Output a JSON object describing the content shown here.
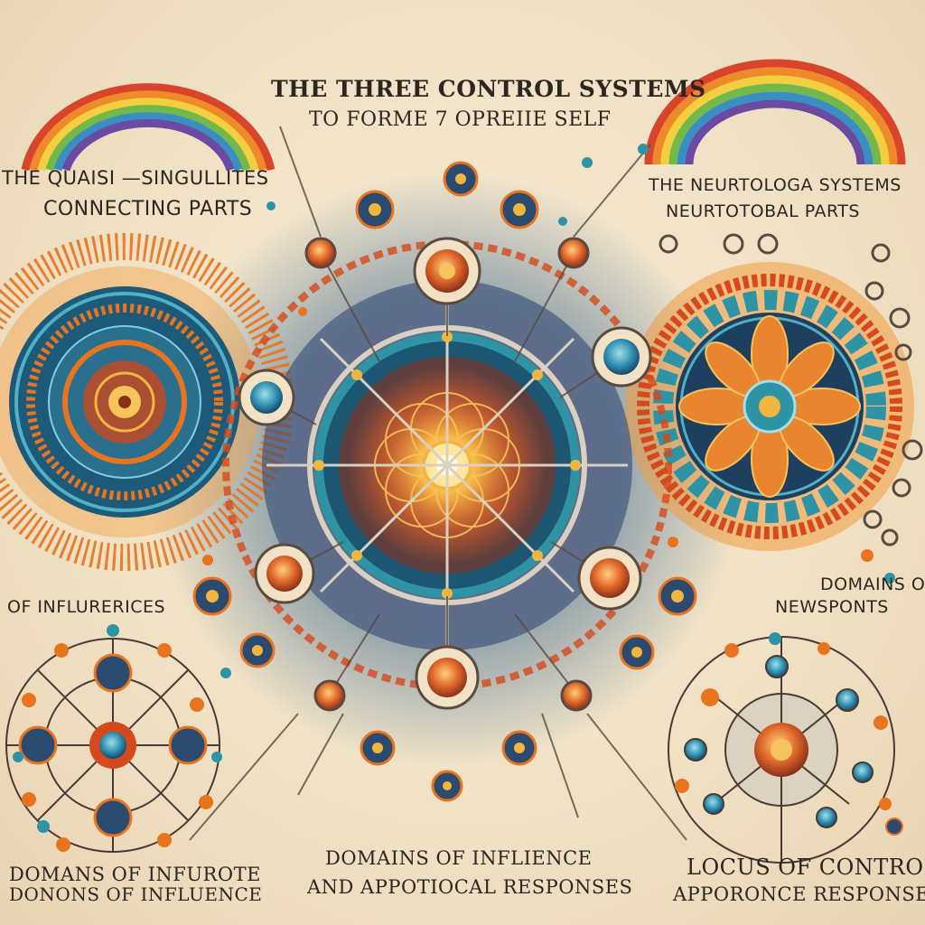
{
  "title": {
    "line1": "THE THREE CONTROL SYSTEMS",
    "line2": "TO FORME 7 OPREIIE SELF"
  },
  "top_left": {
    "line1": "THE QUAISI —SINGULLITES",
    "line2": "CONNECTING PARTS"
  },
  "top_right": {
    "line1": "THE NEURTOLOGA SYSTEMS",
    "line2": "NEURTOTOBAL PARTS"
  },
  "mid_left": {
    "text": "OF INFLURERICES"
  },
  "mid_right": {
    "line1": "DOMAINS OF",
    "line2": "NEWSPONTS"
  },
  "bottom_left": {
    "line1": "DOMANS OF INFUROTE",
    "line2": "DONONS OF INFLUENCE"
  },
  "bottom_center": {
    "line1": "DOMAINS OF INFLIENCE",
    "line2": "AND APPOTIOCAL RESPONSES"
  },
  "bottom_right": {
    "line1": "LOCUS OF CONTROL",
    "line2": "APPORONCE RESPONSES"
  },
  "colors": {
    "orange": "#e8741e",
    "red_orange": "#d44a1c",
    "teal": "#2f93a6",
    "navy": "#233a6b",
    "purple": "#6a3a6e",
    "gold": "#f2b640",
    "ink": "#2b2620"
  },
  "icons": [
    "mandala",
    "gear",
    "flower",
    "rainbow-arc",
    "network-node"
  ]
}
